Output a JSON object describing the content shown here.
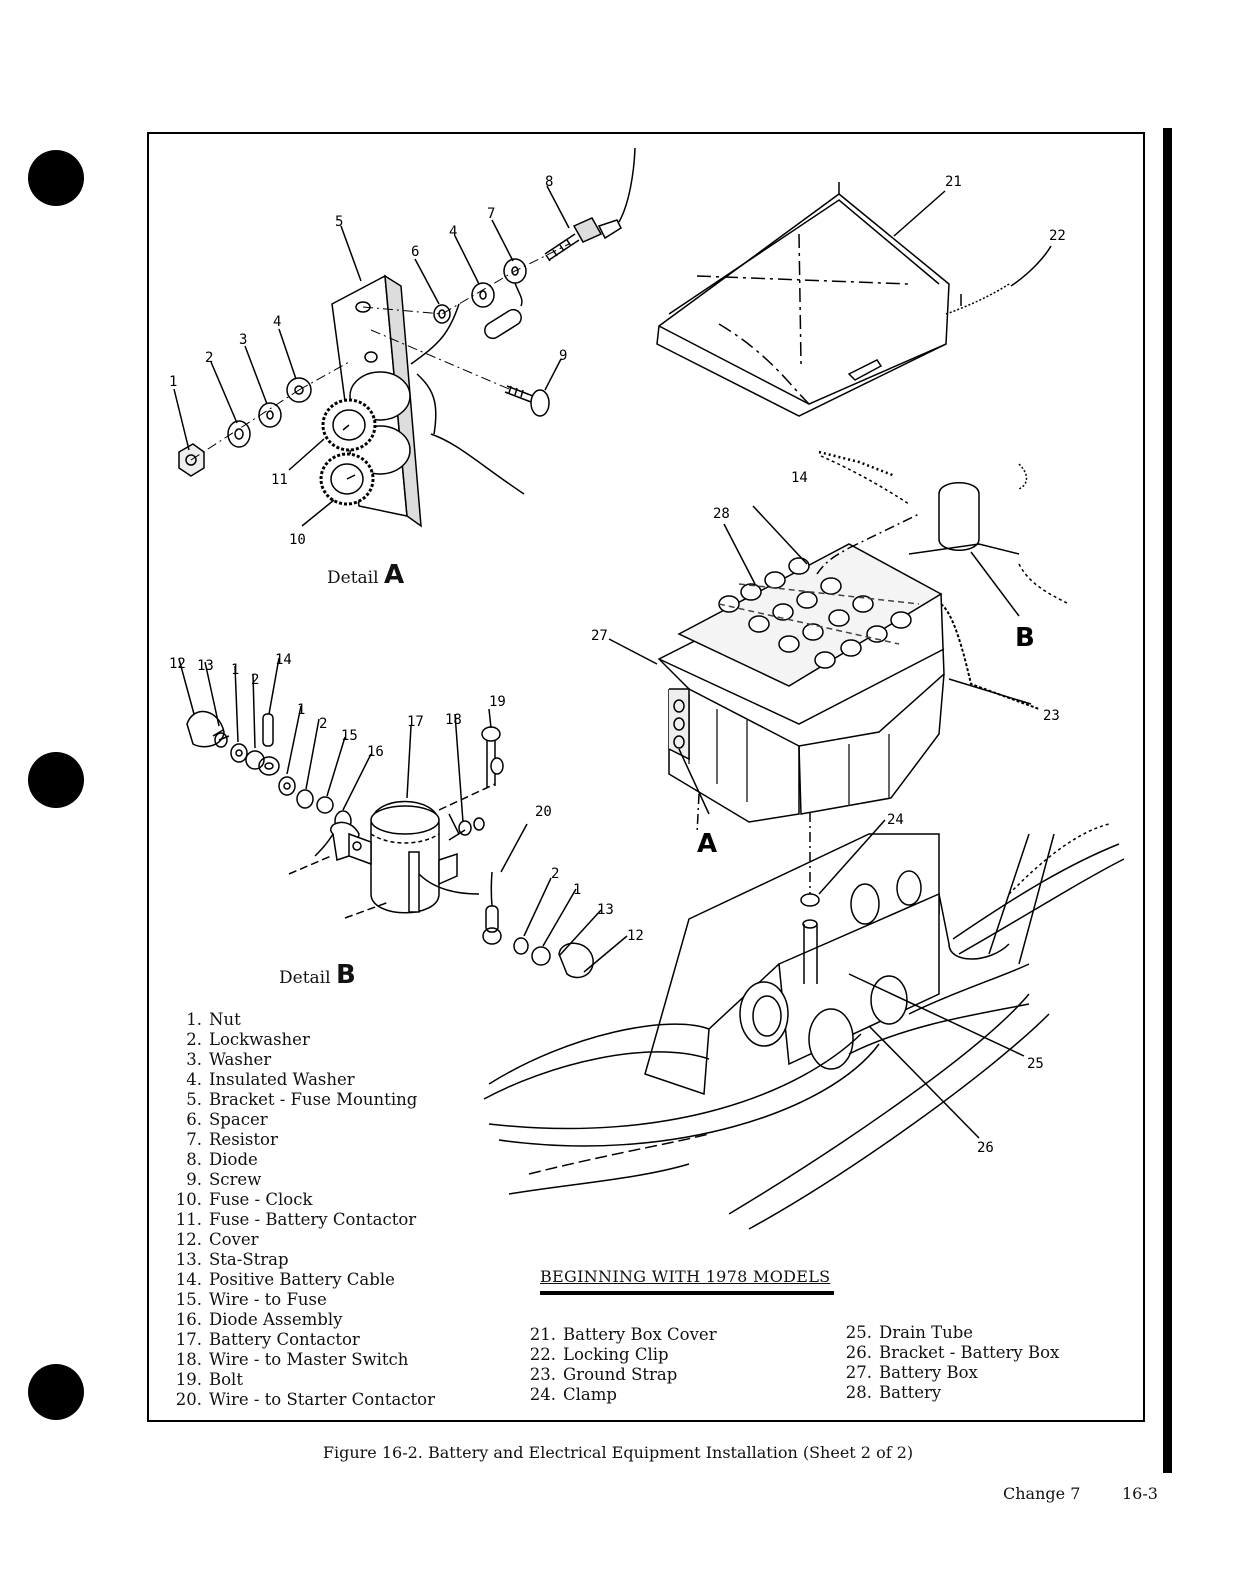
{
  "figure": {
    "caption": "Figure 16-2.  Battery and Electrical Equipment Installation (Sheet 2 of 2)"
  },
  "details": {
    "a": {
      "word": "Detail",
      "letter": "A"
    },
    "b": {
      "word": "Detail",
      "letter": "B"
    }
  },
  "section_title": "BEGINNING WITH 1978 MODELS",
  "legend": {
    "left": [
      {
        "num": "1.",
        "label": "Nut"
      },
      {
        "num": "2.",
        "label": "Lockwasher"
      },
      {
        "num": "3.",
        "label": "Washer"
      },
      {
        "num": "4.",
        "label": "Insulated Washer"
      },
      {
        "num": "5.",
        "label": "Bracket - Fuse Mounting"
      },
      {
        "num": "6.",
        "label": "Spacer"
      },
      {
        "num": "7.",
        "label": "Resistor"
      },
      {
        "num": "8.",
        "label": "Diode"
      },
      {
        "num": "9.",
        "label": "Screw"
      },
      {
        "num": "10.",
        "label": "Fuse - Clock"
      },
      {
        "num": "11.",
        "label": "Fuse - Battery Contactor"
      },
      {
        "num": "12.",
        "label": "Cover"
      },
      {
        "num": "13.",
        "label": "Sta-Strap"
      },
      {
        "num": "14.",
        "label": "Positive Battery Cable"
      },
      {
        "num": "15.",
        "label": "Wire - to Fuse"
      },
      {
        "num": "16.",
        "label": "Diode Assembly"
      },
      {
        "num": "17.",
        "label": "Battery Contactor"
      },
      {
        "num": "18.",
        "label": "Wire - to Master Switch"
      },
      {
        "num": "19.",
        "label": "Bolt"
      },
      {
        "num": "20.",
        "label": "Wire - to Starter Contactor"
      }
    ],
    "middle": [
      {
        "num": "21.",
        "label": "Battery Box Cover"
      },
      {
        "num": "22.",
        "label": "Locking Clip"
      },
      {
        "num": "23.",
        "label": "Ground Strap"
      },
      {
        "num": "24.",
        "label": "Clamp"
      }
    ],
    "right": [
      {
        "num": "25.",
        "label": "Drain Tube"
      },
      {
        "num": "26.",
        "label": "Bracket - Battery Box"
      },
      {
        "num": "27.",
        "label": "Battery Box"
      },
      {
        "num": "28.",
        "label": "Battery"
      }
    ]
  },
  "callouts": {
    "a_1": "1",
    "a_2": "2",
    "a_3": "3",
    "a_4a": "4",
    "a_5": "5",
    "a_6": "6",
    "a_4b": "4",
    "a_7": "7",
    "a_8": "8",
    "a_9": "9",
    "a_10": "10",
    "a_11": "11",
    "b_12": "12",
    "b_13": "13",
    "b_1a": "1",
    "b_2a": "2",
    "b_14": "14",
    "b_1b": "1",
    "b_2b": "2",
    "b_15": "15",
    "b_16": "16",
    "b_17": "17",
    "b_18": "18",
    "b_19": "19",
    "b_20": "20",
    "b_2c": "2",
    "b_1c": "1",
    "b_13b": "13",
    "b_12b": "12",
    "m_21": "21",
    "m_22": "22",
    "m_14": "14",
    "m_28": "28",
    "m_27": "27",
    "m_23": "23",
    "m_24": "24",
    "m_25": "25",
    "m_26": "26",
    "m_A": "A",
    "m_B": "B"
  },
  "footer": {
    "change": "Change 7",
    "page": "16-3"
  }
}
